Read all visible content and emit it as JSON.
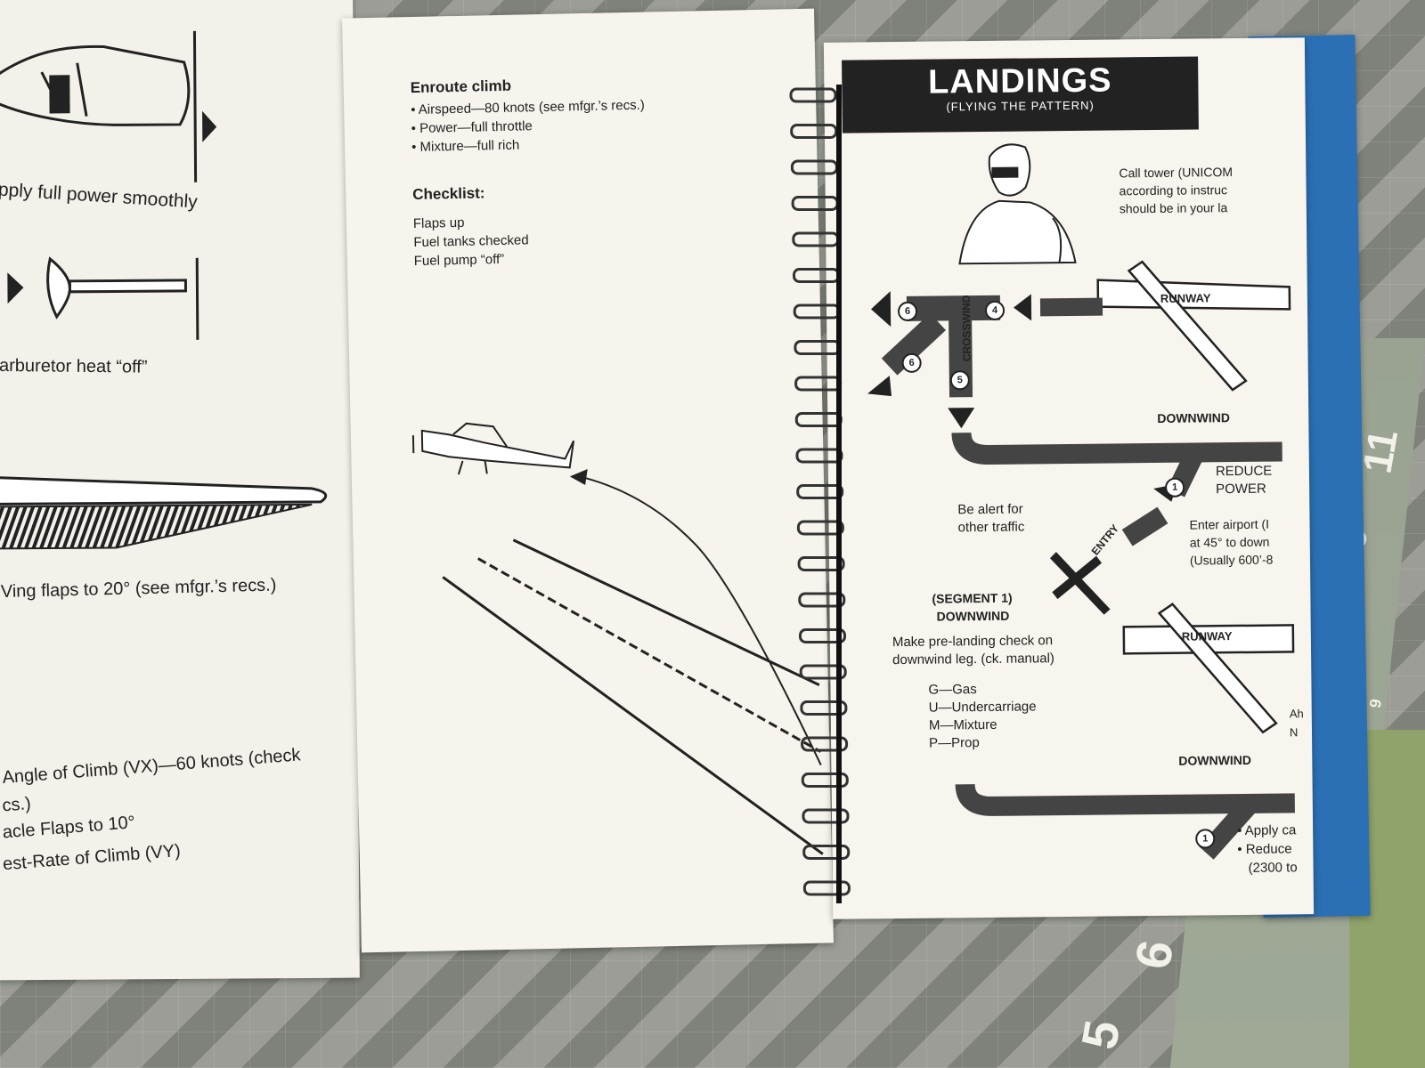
{
  "left_page": {
    "apply_power": "pply full power smoothly",
    "carb_heat": "arburetor heat “off”",
    "wing_flaps": "Ving flaps to 20° (see mfgr.’s recs.)",
    "angle_climb": "Angle of Climb (VX)—60 knots (check",
    "recs": "cs.)",
    "flaps_10": "acle Flaps to 10°",
    "best_rate": "est-Rate of Climb (VY)"
  },
  "middle_page": {
    "enroute_title": "Enroute climb",
    "enroute_items": [
      "Airspeed—80 knots (see mfgr.’s recs.)",
      "Power—full throttle",
      "Mixture—full rich"
    ],
    "checklist_title": "Checklist:",
    "checklist_items": [
      "Flaps up",
      "Fuel tanks checked",
      "Fuel pump “off”"
    ]
  },
  "right_page": {
    "title": "LANDINGS",
    "subtitle": "(FLYING THE PATTERN)",
    "call_tower": [
      "Call tower (UNICOM",
      "according to instruc",
      "should be in your la"
    ],
    "runway_label": "RUNWAY",
    "crosswind_label": "CROSSWIND",
    "downwind_label": "DOWNWIND",
    "reduce_power": [
      "REDUCE",
      "POWER"
    ],
    "be_alert": [
      "Be alert for",
      "other traffic"
    ],
    "entry_label": "ENTRY",
    "enter_airport": [
      "Enter airport (I",
      "at 45° to down",
      "(Usually 600’-8"
    ],
    "segment": [
      "(SEGMENT 1)",
      "DOWNWIND"
    ],
    "prelanding": [
      "Make pre-landing check on",
      "downwind leg. (ck. manual)"
    ],
    "gump": [
      "G—Gas",
      "U—Undercarriage",
      "M—Mixture",
      "P—Prop"
    ],
    "runway_label_2": "RUNWAY",
    "downwind_label_2": "DOWNWIND",
    "apply": [
      "• Apply ca",
      "• Reduce",
      "(2300 to"
    ],
    "markers": [
      "6",
      "4",
      "6",
      "5",
      "1",
      "1"
    ],
    "edge_text": [
      "Ah",
      "N"
    ]
  },
  "mat": {
    "numbers": [
      "11",
      "10",
      "9",
      "6",
      "5"
    ]
  }
}
